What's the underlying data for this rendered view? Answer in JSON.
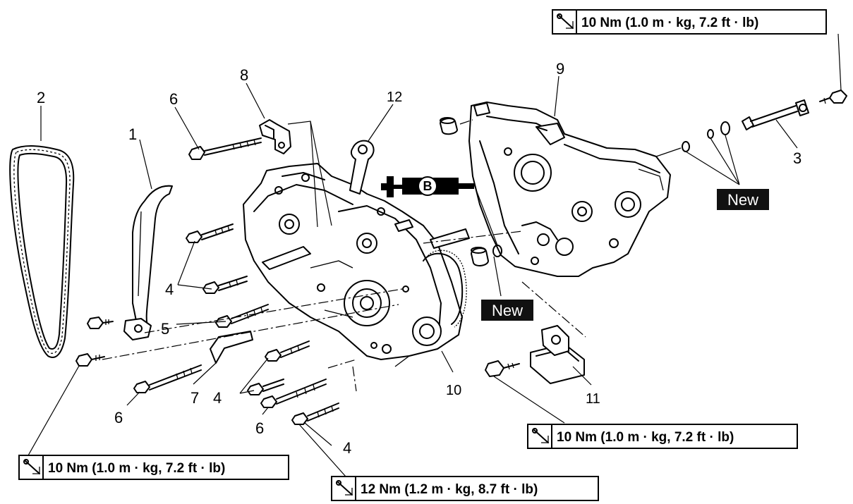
{
  "diagram": {
    "part_labels": [
      "1",
      "2",
      "3",
      "4",
      "5",
      "6",
      "7",
      "8",
      "9",
      "10",
      "11",
      "12"
    ],
    "new_badge": "New",
    "sealant_mark": "B",
    "torque": {
      "top_right": "10 Nm (1.0 m · kg, 7.2 ft · lb)",
      "bottom_left": "10 Nm (1.0 m · kg, 7.2 ft · lb)",
      "bottom_center": "12 Nm (1.2 m · kg, 8.7 ft · lb)",
      "bottom_right": "10 Nm (1.0 m · kg, 7.2 ft · lb)"
    },
    "icons": {
      "torque": "torque-wrench-icon",
      "sealant": "sealant-icon"
    },
    "colors": {
      "ink": "#000000",
      "badge": "#111111",
      "paper": "#ffffff"
    }
  }
}
